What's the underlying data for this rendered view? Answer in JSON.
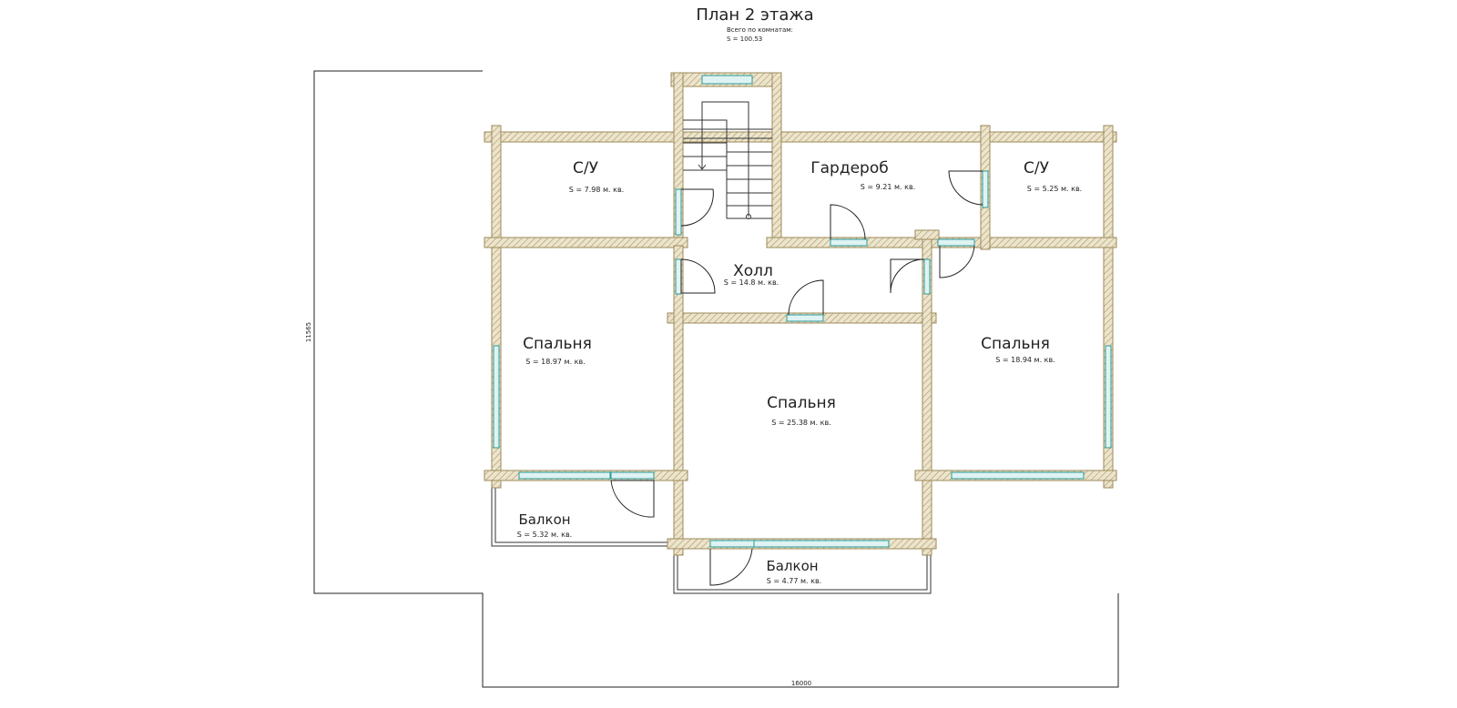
{
  "title": "План 2 этажа",
  "summary": {
    "label": "Всего по комнатам:",
    "value": "S  =  100.53"
  },
  "dimensions": {
    "width": "16000",
    "height": "11565"
  },
  "rooms": [
    {
      "name": "С/У",
      "area": "S   =  7.98 м. кв."
    },
    {
      "name": "Гардероб",
      "area": "S   =  9.21 м. кв."
    },
    {
      "name": "С/У",
      "area": "S   =  5.25 м. кв."
    },
    {
      "name": "Холл",
      "area": "S   =  14.8 м. кв."
    },
    {
      "name": "Спальня",
      "area": "S   =  18.97 м. кв."
    },
    {
      "name": "Спальня",
      "area": "S   =  25.38 м. кв."
    },
    {
      "name": "Спальня",
      "area": "S   =  18.94 м. кв."
    },
    {
      "name": "Балкон",
      "area": "S   =  5.32 м. кв."
    },
    {
      "name": "Балкон",
      "area": "S   =  4.77 м. кв."
    }
  ],
  "colors": {
    "wall": "#e8dfc6",
    "wall_stroke": "#9c8a5a",
    "window": "#2a9a9a"
  }
}
